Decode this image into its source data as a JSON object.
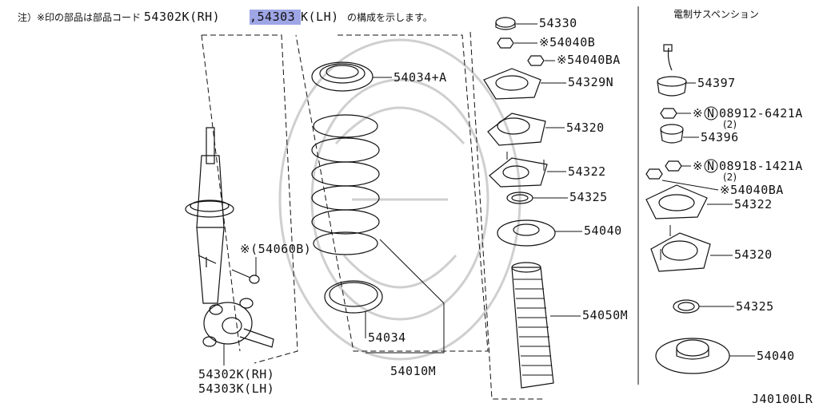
{
  "header_note": {
    "prefix": "注）※印の部品は部品コード",
    "code_rh": "54302K(RH)",
    "code_lh_highlight": ",54303",
    "code_lh_rest": "K(LH)",
    "suffix": "の構成を示します。"
  },
  "section_title": "電制サスペンション",
  "drawing_code": "J40100LR",
  "parts": {
    "p54330": "54330",
    "p54040b": "※54040B",
    "p54040ba_top": "※54040BA",
    "p54034a": "54034+A",
    "p54329n": "54329N",
    "p54320": "54320",
    "p54322": "54322",
    "p54325": "54325",
    "p54040": "54040",
    "p54050m": "54050M",
    "p54034": "54034",
    "p54010m": "54010M",
    "p54060b": "※(54060B)",
    "strut_rh": "54302K(RH)",
    "strut_lh": "54303K(LH)",
    "r54397": "54397",
    "r08912_prefix": "※",
    "r08912_n": "N",
    "r08912": "08912-6421A",
    "r08912_qty": "(2)",
    "r54396": "54396",
    "r08918_prefix": "※",
    "r08918_n": "N",
    "r08918": "08918-1421A",
    "r08918_qty": "(2)",
    "r54040ba": "※54040BA",
    "r54322": "54322",
    "r54320": "54320",
    "r54325": "54325",
    "r54040": "54040"
  }
}
